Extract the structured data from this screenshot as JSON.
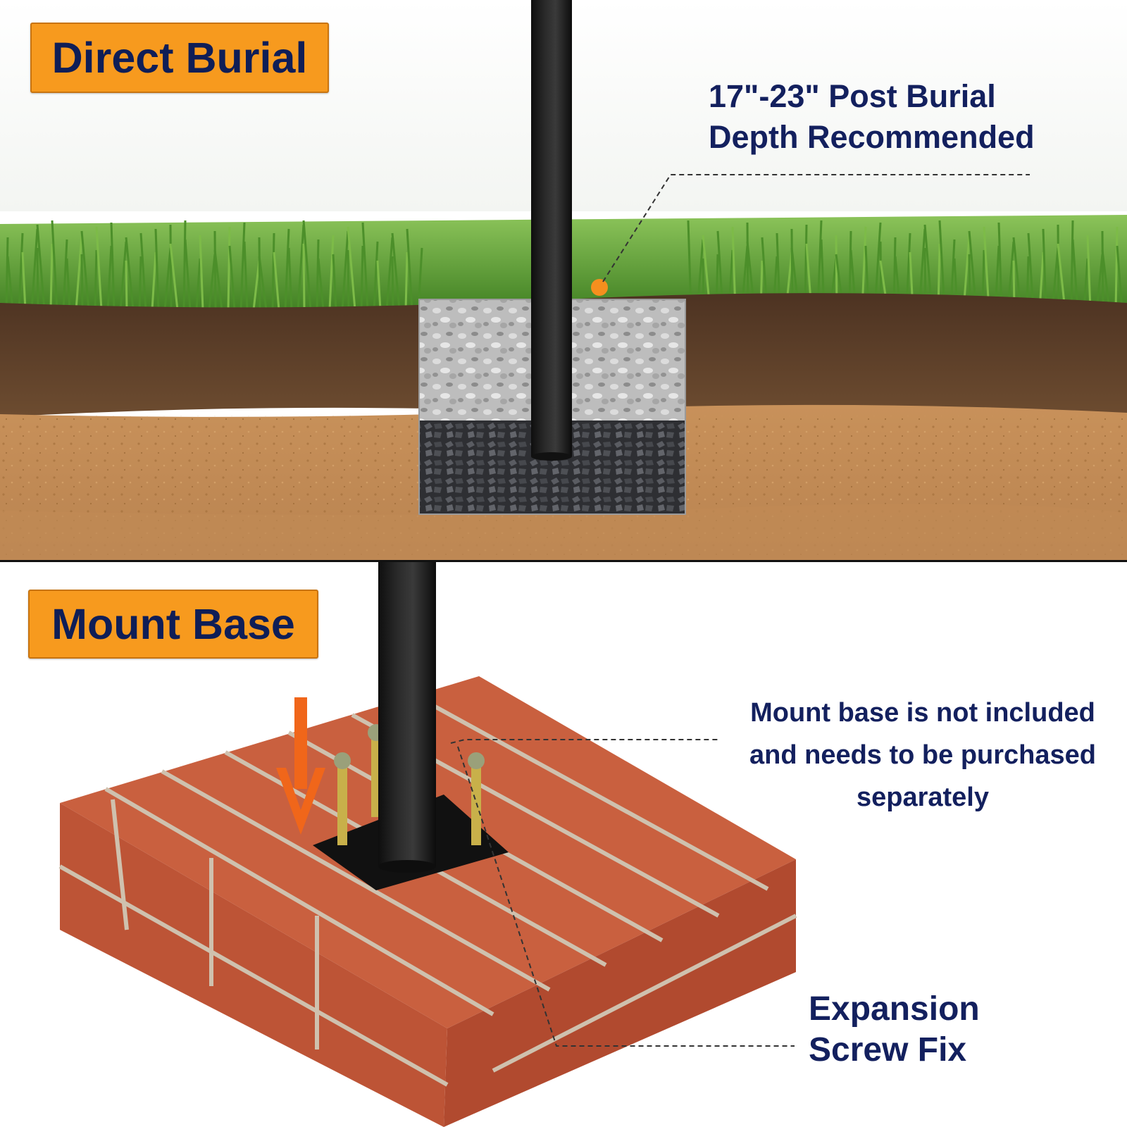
{
  "panels": {
    "direct_burial": {
      "title": "Direct Burial",
      "callout_line1": "17\"-23\" Post Burial",
      "callout_line2": "Depth Recommended"
    },
    "mount_base": {
      "title": "Mount Base",
      "callout_line1": "Mount base is not included",
      "callout_line2": "and needs to be purchased",
      "callout_line3": "separately",
      "screw_line1": "Expansion",
      "screw_line2": "Screw Fix"
    }
  },
  "colors": {
    "badge_orange": "#f79a1e",
    "text_navy": "#13205e",
    "grass": "#4f9a2e",
    "topsoil": "#5e4129",
    "subsoil": "#c38d58",
    "concrete": "#b9b9b9",
    "gravel": "#3f3f42",
    "post": "#1b1b1b",
    "brick": "#c4583a",
    "mortar": "#c9b8a4",
    "indicator_dot": "#f58f1e",
    "arrow": "#f0661a"
  },
  "icons": {
    "down_arrow": "down-arrow-icon",
    "dot": "orange-dot-icon"
  }
}
